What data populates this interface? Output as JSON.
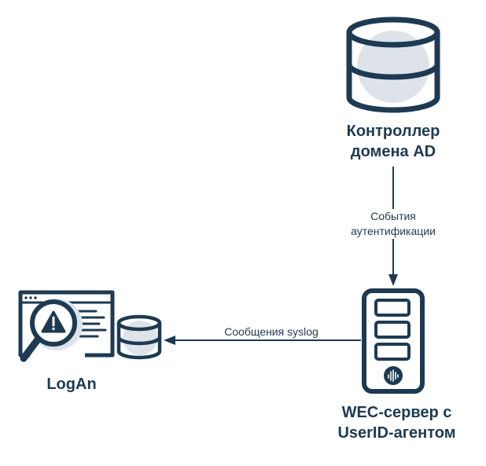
{
  "nodes": {
    "domain_controller": {
      "name_line1": "Контроллер",
      "name_line2": "домена AD",
      "icon": "database-icon"
    },
    "wec_server": {
      "name_line1": "WEC-сервер с",
      "name_line2": "UserID-агентом",
      "icon": "server-icon"
    },
    "logan": {
      "name": "LogAn",
      "icon": "log-analysis-icon"
    }
  },
  "edges": {
    "auth_events": {
      "label_line1": "События",
      "label_line2": "аутентификации"
    },
    "syslog": {
      "label": "Сообщения syslog"
    }
  },
  "colors": {
    "stroke": "#1d3a52",
    "fill": "#dde3e9",
    "background": "#ffffff"
  }
}
